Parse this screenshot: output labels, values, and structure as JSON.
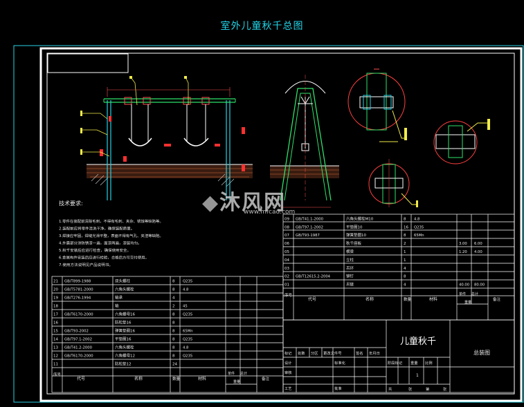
{
  "title": "室外儿童秋千总图",
  "tech_requirements": {
    "heading": "技术要求:",
    "lines": [
      "1.零件在装配前清除毛刺，不得有毛刺、夹杂、锈蚀等缺陷等。",
      "2.装配前应将零件清洗干净，确保装配质量。",
      "3.焊接应牢固，焊缝光滑平整，表面不得有气孔、夹渣等缺陷。",
      "4.外露部分涂防锈漆一遍，面漆两遍，漆层均匀。",
      "5.秋千安装后应进行检查，确保使用安全。",
      "6.金属构件安装后应进行检验，合格后方可交付使用。",
      "7.使用方法说明见产品说明书。"
    ]
  },
  "parts_table_right": {
    "rows": [
      {
        "no": "09",
        "code": "GB/T41.1-2000",
        "name": "六角头螺栓M10",
        "qty": "8",
        "mat": "4.8",
        "w1": "",
        "w2": "",
        "note": ""
      },
      {
        "no": "08",
        "code": "GB/T97.1-2002",
        "name": "平垫圈10",
        "qty": "16",
        "mat": "Q235",
        "w1": "",
        "w2": "",
        "note": ""
      },
      {
        "no": "07",
        "code": "GB/T93-1987",
        "name": "弹簧垫圈10",
        "qty": "8",
        "mat": "65Mn",
        "w1": "",
        "w2": "",
        "note": ""
      },
      {
        "no": "06",
        "code": "",
        "name": "秋千座板",
        "qty": "2",
        "mat": "",
        "w1": "3.00",
        "w2": "6.00",
        "note": ""
      },
      {
        "no": "05",
        "code": "",
        "name": "横梁",
        "qty": "1",
        "mat": "",
        "w1": "1.20",
        "w2": "4.00",
        "note": ""
      },
      {
        "no": "04",
        "code": "",
        "name": "立柱",
        "qty": "1",
        "mat": "",
        "w1": "",
        "w2": "",
        "note": ""
      },
      {
        "no": "03",
        "code": "",
        "name": "吊环",
        "qty": "4",
        "mat": "",
        "w1": "",
        "w2": "",
        "note": ""
      },
      {
        "no": "02",
        "code": "GB/T12615.2-2004",
        "name": "铆钉",
        "qty": "8",
        "mat": "",
        "w1": "",
        "w2": "",
        "note": ""
      },
      {
        "no": "01",
        "code": "",
        "name": "吊链",
        "qty": "4",
        "mat": "",
        "w1": "40.00",
        "w2": "80.00",
        "note": ""
      }
    ],
    "header": {
      "no": "序号",
      "code": "代号",
      "name": "名称",
      "qty": "数量",
      "mat": "材料",
      "single": "单件",
      "total": "总计",
      "weight": "重量",
      "note": "备注"
    }
  },
  "parts_table_left": {
    "rows": [
      {
        "no": "21",
        "code": "GB/T899-1988",
        "name": "双头螺柱",
        "qty": "8",
        "mat": "Q235",
        "w1": "",
        "w2": "",
        "note": ""
      },
      {
        "no": "20",
        "code": "GB/T5781-2000",
        "name": "六角头螺栓",
        "qty": "8",
        "mat": "4.8",
        "w1": "",
        "w2": "",
        "note": ""
      },
      {
        "no": "19",
        "code": "GB/T276-1994",
        "name": "轴承",
        "qty": "4",
        "mat": "",
        "w1": "",
        "w2": "",
        "note": ""
      },
      {
        "no": "18",
        "code": "",
        "name": "轴",
        "qty": "2",
        "mat": "45",
        "w1": "",
        "w2": "",
        "note": ""
      },
      {
        "no": "17",
        "code": "GB/T6170-2000",
        "name": "六角螺母16",
        "qty": "8",
        "mat": "Q235",
        "w1": "",
        "w2": "",
        "note": ""
      },
      {
        "no": "16",
        "code": "",
        "name": "防松垫16",
        "qty": "8",
        "mat": "",
        "w1": "",
        "w2": "",
        "note": ""
      },
      {
        "no": "15",
        "code": "GB/T93-2002",
        "name": "弹簧垫圈16",
        "qty": "8",
        "mat": "65Mn",
        "w1": "",
        "w2": "",
        "note": ""
      },
      {
        "no": "14",
        "code": "GB/T97.1-2002",
        "name": "平垫圈16",
        "qty": "8",
        "mat": "Q235",
        "w1": "",
        "w2": "",
        "note": ""
      },
      {
        "no": "13",
        "code": "GB/T41.2-2000",
        "name": "六角头螺栓",
        "qty": "8",
        "mat": "4.8",
        "w1": "",
        "w2": "",
        "note": ""
      },
      {
        "no": "12",
        "code": "GB/T6170-2000",
        "name": "六角螺母12",
        "qty": "8",
        "mat": "Q235",
        "w1": "",
        "w2": "",
        "note": ""
      },
      {
        "no": "11",
        "code": "",
        "name": "防松垫12",
        "qty": "24",
        "mat": "",
        "w1": "",
        "w2": "",
        "note": ""
      }
    ],
    "header": {
      "no": "序号",
      "code": "代号",
      "name": "名称",
      "qty": "数量",
      "mat": "材料",
      "single": "单件",
      "total": "总计",
      "weight": "重量",
      "note": "备注"
    }
  },
  "title_block": {
    "drawing_name": "儿童秋千",
    "drawing_type": "总装图",
    "labels": [
      "标记",
      "处数",
      "分区",
      "更改文件号",
      "签名",
      "年月日",
      "设计",
      "标准化",
      "审核",
      "工艺",
      "批准",
      "阶段标记",
      "重量",
      "比例",
      "共",
      "张",
      "第",
      "张"
    ],
    "scale": "1"
  },
  "watermark": {
    "text": "沐风网",
    "url": "www.mfcad.com"
  }
}
